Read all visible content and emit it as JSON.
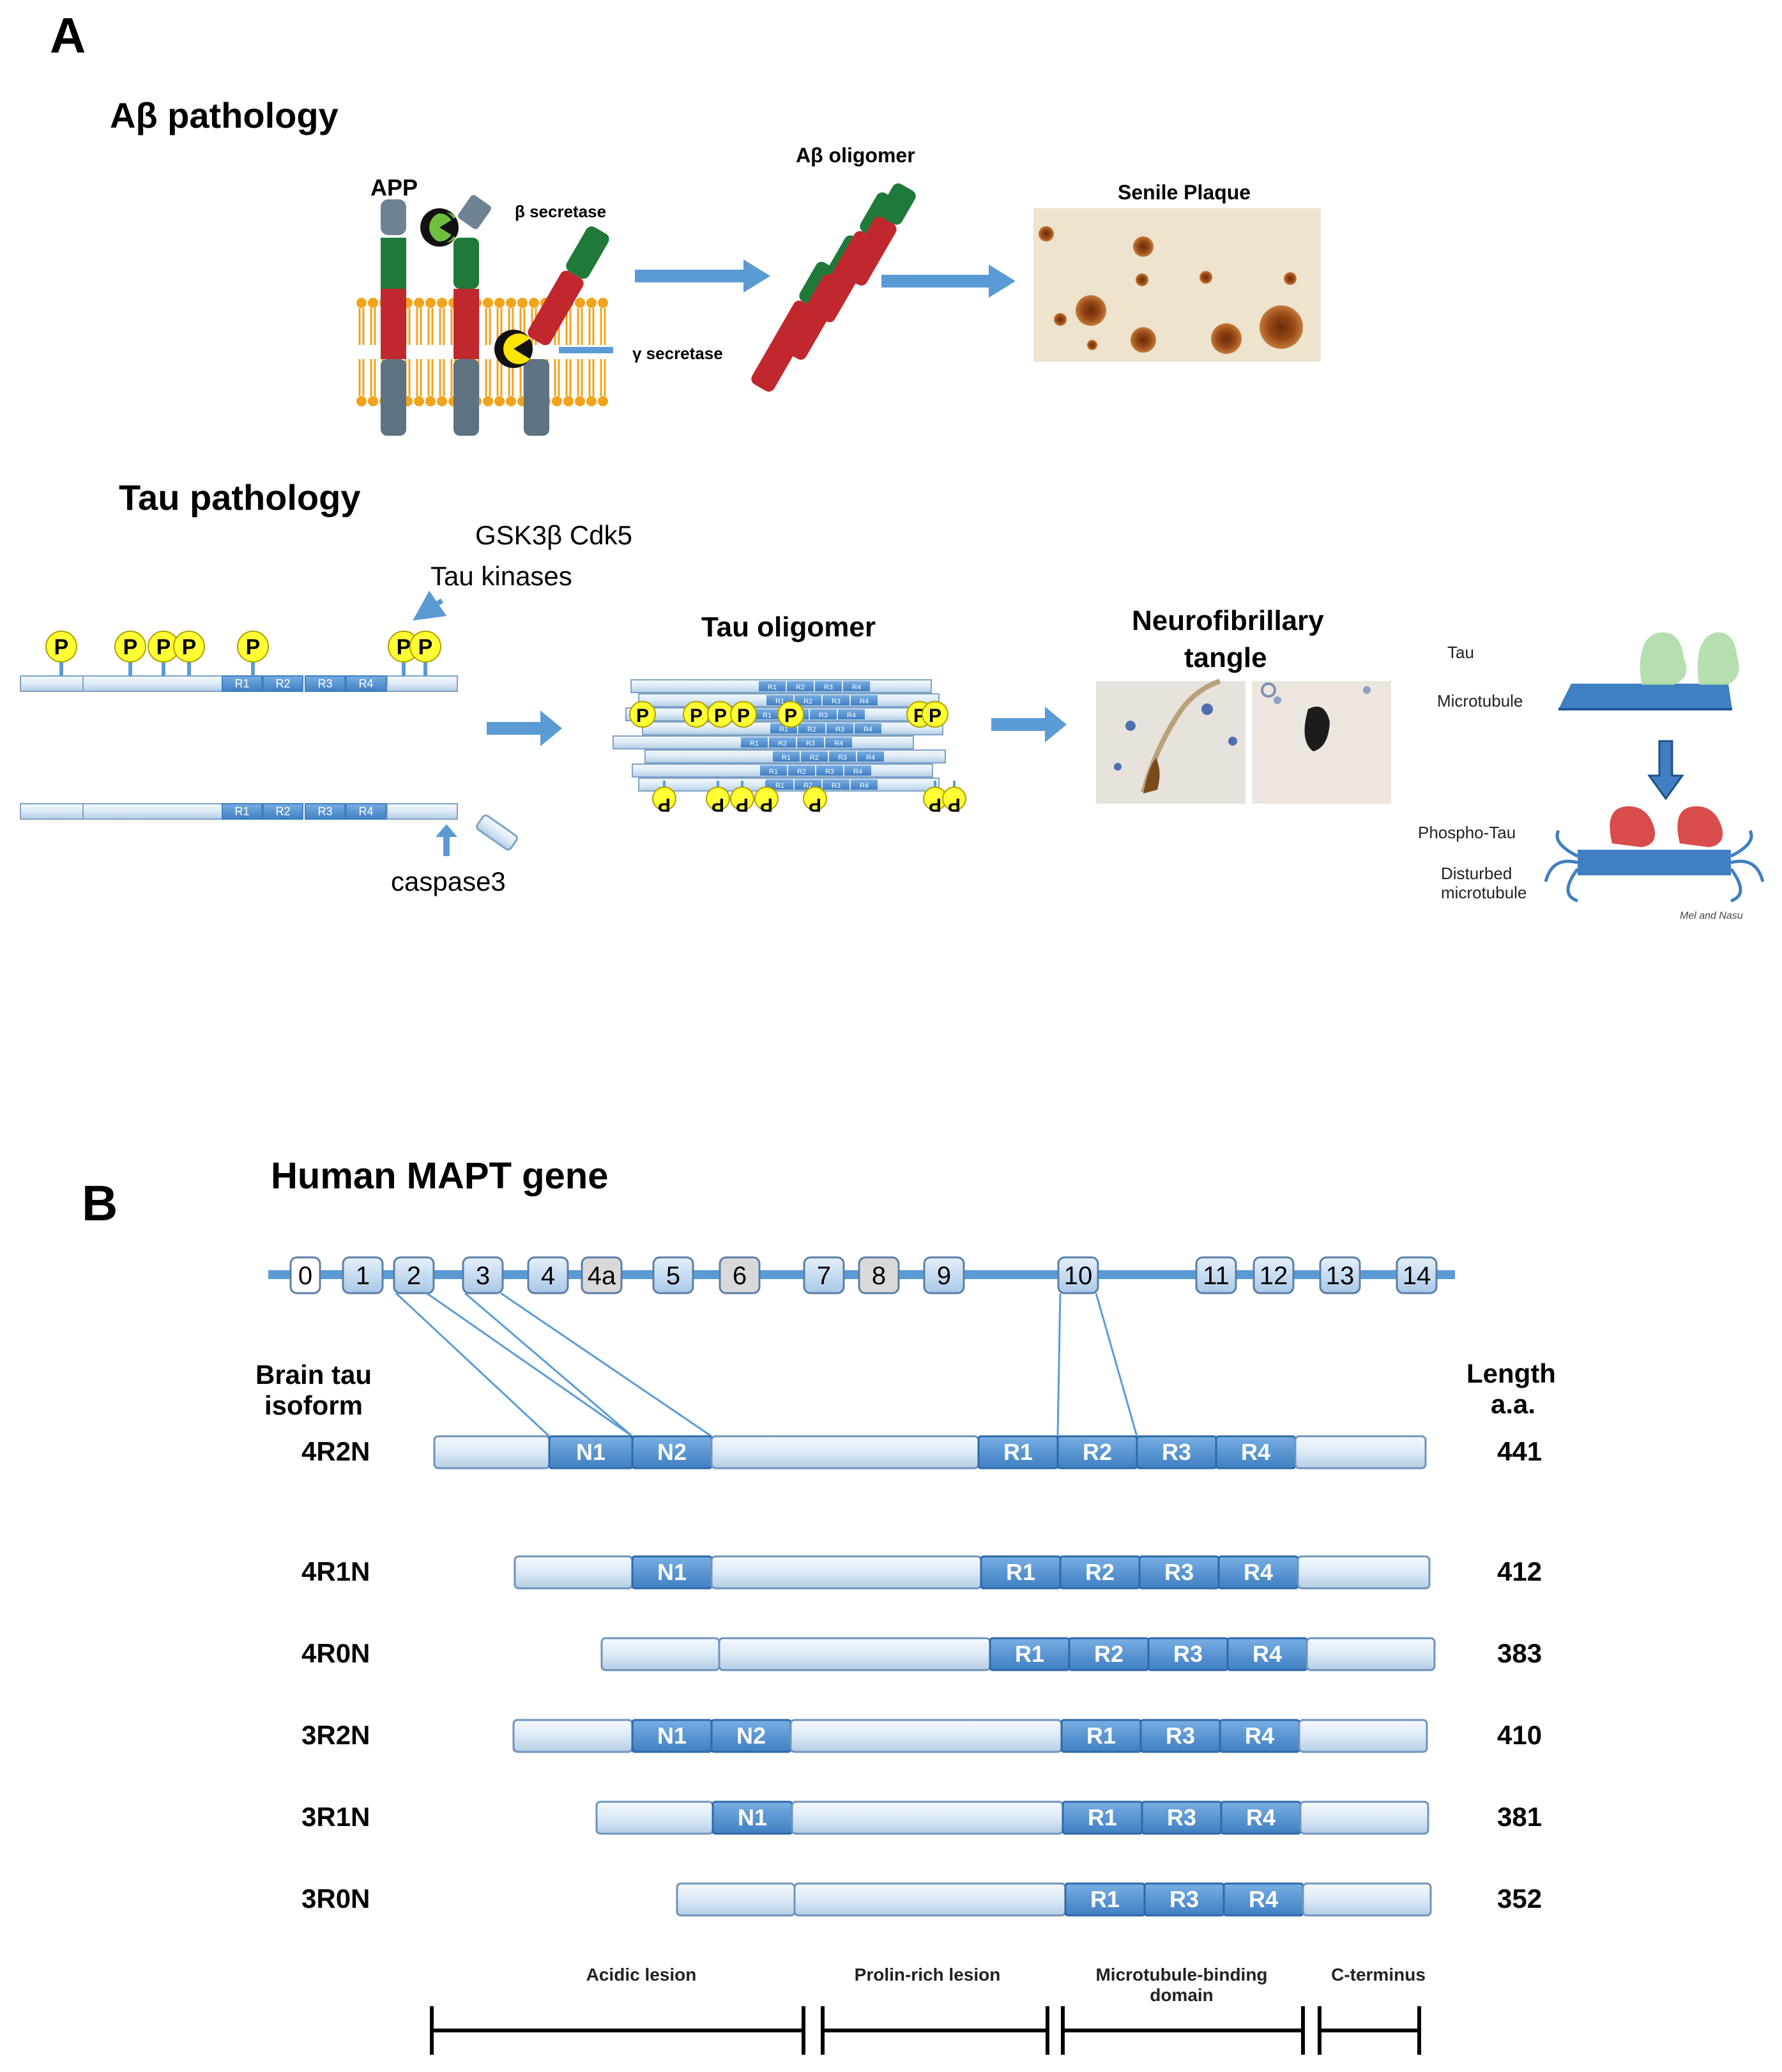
{
  "panel_a": {
    "letter": "A",
    "abeta_title": "Aβ pathology",
    "app_label": "APP",
    "beta_secretase": "β secretase",
    "gamma_secretase": "γ secretase",
    "oligomer_label": "Aβ oligomer",
    "plaque_label": "Senile Plaque",
    "tau_title": "Tau pathology",
    "kinases_line1": "GSK3β  Cdk5",
    "kinases_line2": "Tau kinases",
    "caspase": "caspase3",
    "tau_oligomer": "Tau oligomer",
    "nft_line1": "Neurofibrillary",
    "nft_line2": "tangle",
    "phospho_symbol": "P",
    "repeats": [
      "R1",
      "R2",
      "R3",
      "R4"
    ],
    "mt_tau": "Tau",
    "mt_microtubule": "Microtubule",
    "mt_phospho": "Phospho-Tau",
    "mt_disturbed1": "Disturbed",
    "mt_disturbed2": "microtubule",
    "mt_credit": "Mel and Nasu"
  },
  "panel_b": {
    "letter": "B",
    "title": "Human MAPT gene",
    "exons": [
      "0",
      "1",
      "2",
      "3",
      "4",
      "4a",
      "5",
      "6",
      "7",
      "8",
      "9",
      "10",
      "11",
      "12",
      "13",
      "14"
    ],
    "isoform_header1": "Brain tau",
    "isoform_header2": "isoform",
    "length_header1": "Length",
    "length_header2": "a.a.",
    "isoforms": [
      {
        "name": "4R2N",
        "length": "441",
        "domains": [
          "N1",
          "N2",
          "R1",
          "R2",
          "R3",
          "R4"
        ]
      },
      {
        "name": "4R1N",
        "length": "412",
        "domains": [
          "N1",
          "R1",
          "R2",
          "R3",
          "R4"
        ]
      },
      {
        "name": "4R0N",
        "length": "383",
        "domains": [
          "R1",
          "R2",
          "R3",
          "R4"
        ]
      },
      {
        "name": "3R2N",
        "length": "410",
        "domains": [
          "N1",
          "N2",
          "R1",
          "R3",
          "R4"
        ]
      },
      {
        "name": "3R1N",
        "length": "381",
        "domains": [
          "N1",
          "R1",
          "R3",
          "R4"
        ]
      },
      {
        "name": "3R0N",
        "length": "352",
        "domains": [
          "R1",
          "R3",
          "R4"
        ]
      }
    ],
    "regions": [
      "Acidic lesion",
      "Prolin-rich lesion",
      "Microtubule-binding",
      "domain",
      "C-terminus"
    ]
  },
  "colors": {
    "domain_blue": "#4f8fd0",
    "segment_light": "#dceaf6",
    "line_blue": "#5b9bd5",
    "phospho_yellow": "#ffff33",
    "abeta_red": "#c0282d",
    "abeta_green": "#1f7a3a",
    "app_slate": "#5f7282",
    "membrane_orange": "#f2a31b"
  }
}
